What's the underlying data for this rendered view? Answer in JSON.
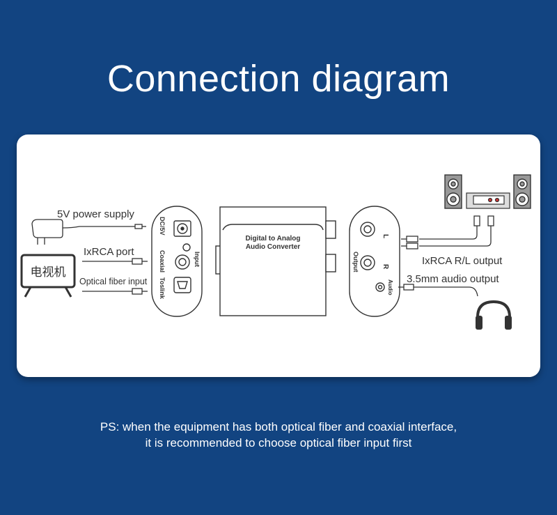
{
  "title": "Connection diagram",
  "labels": {
    "power": "5V power supply",
    "rca_port": "IxRCA port",
    "optical": "Optical fiber input",
    "tv": "电视机",
    "rca_output": "IxRCA R/L output",
    "audio_output": "3.5mm audio output"
  },
  "device": {
    "name_line1": "Digital to Analog",
    "name_line2": "Audio Converter",
    "dc": "DC/5V",
    "coaxial": "Coaxial",
    "toslink": "Toslink",
    "input": "Input",
    "output": "Output",
    "left": "L",
    "right": "R",
    "audio": "Audio"
  },
  "note": {
    "line1": "PS: when the equipment has both optical fiber and coaxial interface,",
    "line2": "it is recommended to choose optical fiber input first"
  }
}
